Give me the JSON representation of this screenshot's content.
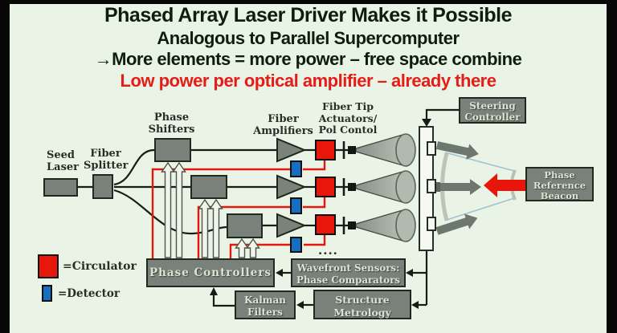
{
  "header": {
    "title": "Phased Array Laser Driver Makes it Possible",
    "subtitle": "Analogous to Parallel Supercomputer",
    "point": "→More elements = more power – free space combine",
    "highlight": "Low power per optical amplifier – already there"
  },
  "labels": {
    "seed_laser": [
      "Seed",
      "Laser"
    ],
    "fiber_splitter": [
      "Fiber",
      "Splitter"
    ],
    "phase_shifters": [
      "Phase",
      "Shifters"
    ],
    "fiber_amplifiers": [
      "Fiber",
      "Amplifiers"
    ],
    "fiber_tip": [
      "Fiber Tip",
      "Actuators/",
      "Pol Contol"
    ],
    "ellipsis": "...."
  },
  "boxes": {
    "steering_controller": [
      "Steering",
      "Controller"
    ],
    "phase_reference_beacon": [
      "Phase",
      "Reference",
      "Beacon"
    ],
    "phase_controllers": "Phase Controllers",
    "wavefront_sensors": [
      "Wavefront Sensors:",
      "Phase Comparators"
    ],
    "kalman_filters": [
      "Kalman",
      "Filters"
    ],
    "structure_metrology": [
      "Structure",
      "Metrology"
    ]
  },
  "legend": {
    "circulator": "=Circulator",
    "detector": "=Detector"
  },
  "colors": {
    "background": "#e9f4e6",
    "title_text": "#111c11",
    "highlight_red": "#e51c17",
    "box_fill": "#78827a",
    "box_border": "#1f291f",
    "circulator_red": "#e8170c",
    "detector_blue": "#176fc2",
    "arrow_gray": "#6d776d"
  }
}
